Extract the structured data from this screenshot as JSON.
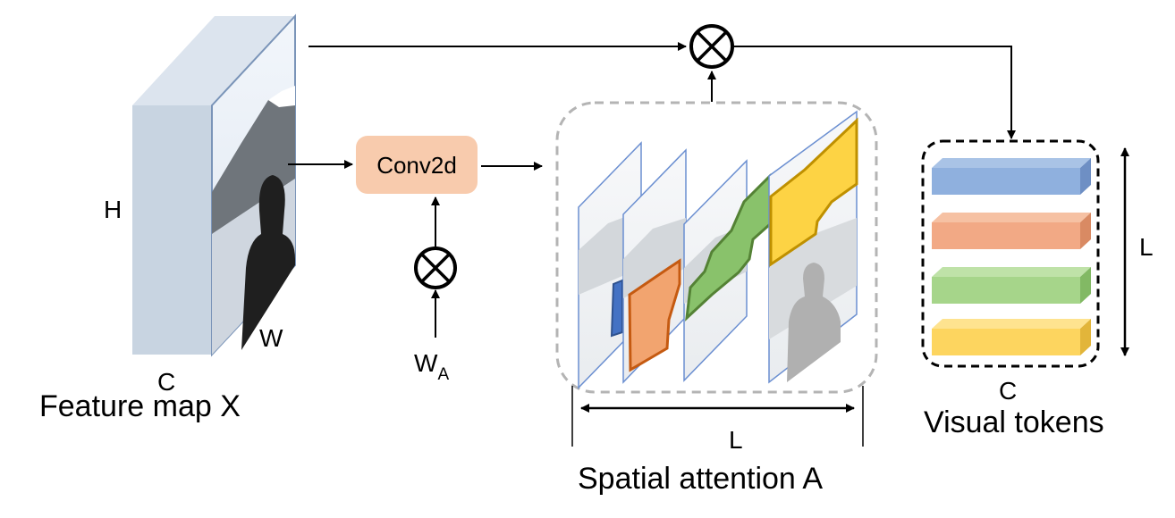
{
  "feature_map": {
    "title": "Feature map X",
    "height_label": "H",
    "width_label": "W",
    "channel_label": "C"
  },
  "conv": {
    "label": "Conv2d",
    "weight_label": "W",
    "weight_subscript": "A"
  },
  "attention": {
    "title": "Spatial attention A",
    "length_label": "L"
  },
  "tokens": {
    "title": "Visual tokens",
    "channel_label": "C",
    "length_label": "L",
    "colors": [
      "#8fb0de",
      "#f2a985",
      "#a6d58a",
      "#fdd55f"
    ]
  },
  "colors": {
    "conv_box": "#f8cbad",
    "slab_side": "#c8d4e1",
    "slab_top": "#dce4ee",
    "mask_blue": "#4472c4",
    "mask_orange": "#ed7d31",
    "mask_green": "#70ad47",
    "mask_yellow": "#ffc000"
  },
  "icons": [
    "multiply-circle-icon",
    "multiply-circle-icon"
  ]
}
